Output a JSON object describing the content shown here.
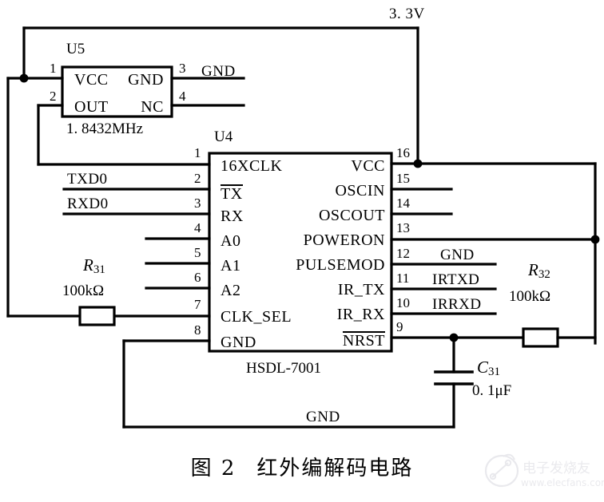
{
  "figure": {
    "caption_number": "图 2",
    "caption_title": "红外编解码电路",
    "watermark_cn": "电子发烧友",
    "watermark_url": "www.elecfans.com"
  },
  "nets": {
    "supply": "3. 3V",
    "gnd_u5": "GND",
    "gnd_bottom": "GND",
    "txd0": "TXD0",
    "rxd0": "RXD0",
    "gnd_pin12": "GND",
    "irtxd": "IRTXD",
    "irrxd": "IRRXD"
  },
  "components": {
    "u5": {
      "refdes": "U5",
      "value": "1. 8432MHz",
      "pins": [
        {
          "number": "1",
          "name": "VCC",
          "side": "left"
        },
        {
          "number": "2",
          "name": "OUT",
          "side": "left"
        },
        {
          "number": "3",
          "name": "GND",
          "side": "right"
        },
        {
          "number": "4",
          "name": "NC",
          "side": "right"
        }
      ]
    },
    "u4": {
      "refdes": "U4",
      "part": "HSDL-7001",
      "pins_left": [
        {
          "number": "1",
          "name": "16XCLK",
          "overline": false
        },
        {
          "number": "2",
          "name": "TX",
          "overline": true
        },
        {
          "number": "3",
          "name": "RX",
          "overline": false
        },
        {
          "number": "4",
          "name": "A0",
          "overline": false
        },
        {
          "number": "5",
          "name": "A1",
          "overline": false
        },
        {
          "number": "6",
          "name": "A2",
          "overline": false
        },
        {
          "number": "7",
          "name": "CLK_SEL",
          "overline": false
        },
        {
          "number": "8",
          "name": "GND",
          "overline": false
        }
      ],
      "pins_right": [
        {
          "number": "16",
          "name": "VCC",
          "overline": false
        },
        {
          "number": "15",
          "name": "OSCIN",
          "overline": false
        },
        {
          "number": "14",
          "name": "OSCOUT",
          "overline": false
        },
        {
          "number": "13",
          "name": "POWERON",
          "overline": false
        },
        {
          "number": "12",
          "name": "PULSEMOD",
          "overline": false
        },
        {
          "number": "11",
          "name": "IR_TX",
          "overline": false
        },
        {
          "number": "10",
          "name": "IR_RX",
          "overline": false
        },
        {
          "number": "9",
          "name": "NRST",
          "overline": true
        }
      ]
    },
    "r31": {
      "refdes": "R",
      "refdes_sub": "31",
      "value": "100kΩ"
    },
    "r32": {
      "refdes": "R",
      "refdes_sub": "32",
      "value": "100kΩ"
    },
    "c31": {
      "refdes": "C",
      "refdes_sub": "31",
      "value": "0. 1μF"
    }
  }
}
